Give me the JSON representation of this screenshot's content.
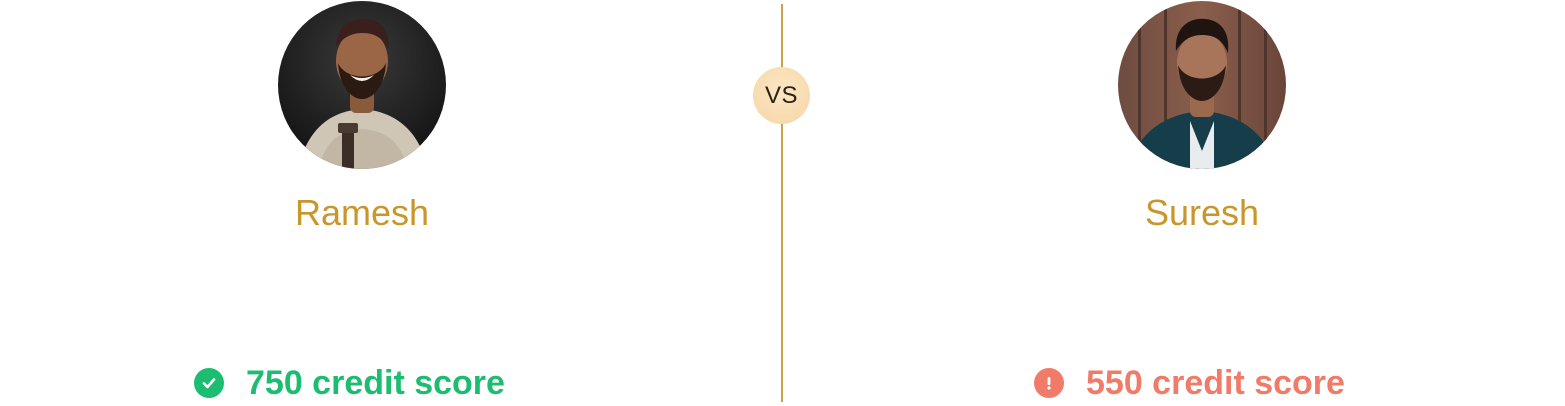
{
  "versus_label": "VS",
  "people": [
    {
      "name": "Ramesh",
      "score_text": "750 credit score",
      "status": "success",
      "status_icon": "check-circle-icon",
      "status_color": "#1dbd71"
    },
    {
      "name": "Suresh",
      "score_text": "550 credit score",
      "status": "warning",
      "status_icon": "exclamation-circle-icon",
      "status_color": "#f07b69"
    }
  ],
  "colors": {
    "name": "#c9962a",
    "divider": "#c9a24a",
    "vs_badge": "#f6d6a4"
  }
}
